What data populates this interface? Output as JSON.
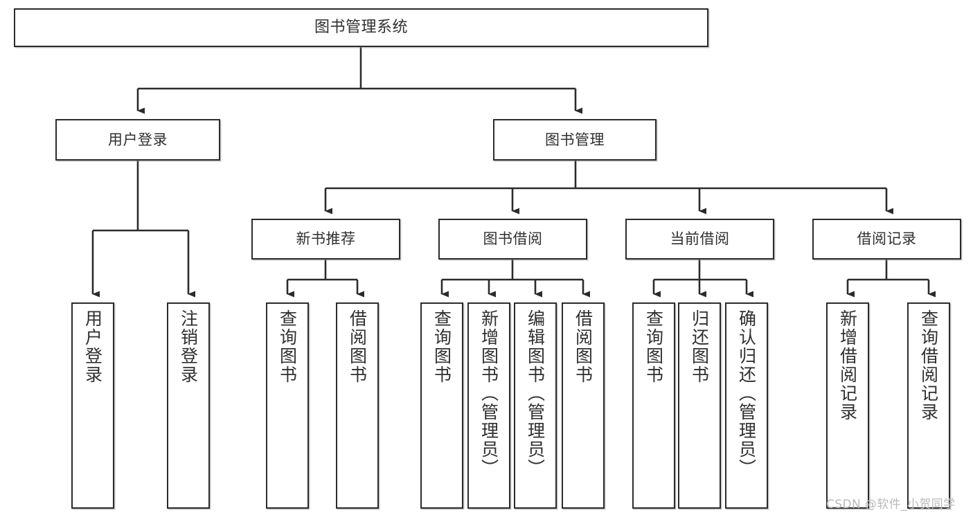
{
  "diagram": {
    "type": "tree-hierarchy",
    "title": "图书管理系统",
    "root": {
      "label": "图书管理系统"
    },
    "level2": [
      {
        "label": "用户登录"
      },
      {
        "label": "图书管理"
      }
    ],
    "level3": [
      {
        "label": "新书推荐"
      },
      {
        "label": "图书借阅"
      },
      {
        "label": "当前借阅"
      },
      {
        "label": "借阅记录"
      }
    ],
    "leaves": {
      "user_login": [
        {
          "label": "用户登录"
        },
        {
          "label": "注销登录"
        }
      ],
      "new_book_recommend": [
        {
          "label": "查询图书"
        },
        {
          "label": "借阅图书"
        }
      ],
      "book_borrow": [
        {
          "label": "查询图书"
        },
        {
          "label": "新增图书（管理员）"
        },
        {
          "label": "编辑图书（管理员）"
        },
        {
          "label": "借阅图书"
        }
      ],
      "current_borrow": [
        {
          "label": "查询图书"
        },
        {
          "label": "归还图书"
        },
        {
          "label": "确认归还（管理员）"
        }
      ],
      "borrow_records": [
        {
          "label": "新增借阅记录"
        },
        {
          "label": "查询借阅记录"
        }
      ]
    }
  },
  "watermark": {
    "text": "CSDN @软件_小贺同学"
  },
  "colors": {
    "border": "#2b2b2b",
    "text": "#2f2f2f",
    "background": "#ffffff",
    "watermark": "#b9b9b9"
  }
}
